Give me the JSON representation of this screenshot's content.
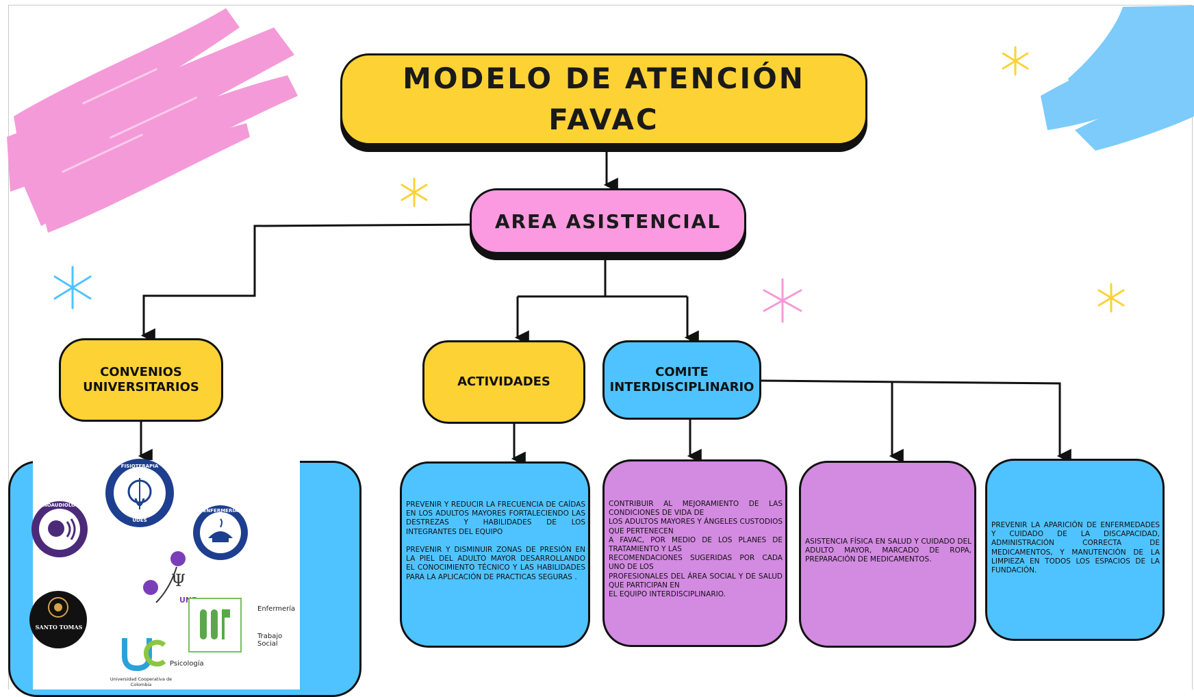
{
  "title": {
    "line1": "MODELO DE ATENCIÓN",
    "line2": "FAVAC"
  },
  "area": "AREA ASISTENCIAL",
  "categories": {
    "convenios": {
      "line1": "CONVENIOS",
      "line2": "UNIVERSITARIOS"
    },
    "actividades": "ACTIVIDADES",
    "comite": {
      "line1": "COMITE",
      "line2": "INTERDISCIPLINARIO"
    }
  },
  "boxes": {
    "actividades": "PREVENIR Y REDUCIR LA FRECUENCIA DE CAÍDAS EN LOS ADULTOS MAYORES FORTALECIENDO LAS DESTREZAS Y HABILIDADES DE LOS INTEGRANTES DEL EQUIPO\n\nPREVENIR Y DISMINUIR ZONAS DE PRESIÓN EN LA PIEL DEL ADULTO MAYOR DESARROLLANDO EL CONOCIMIENTO TÉCNICO Y LAS HABILIDADES PARA LA APLICACIÓN DE PRACTICAS SEGURAS .",
    "comite_1": "CONTRIBUIR AL MEJORAMIENTO DE LAS CONDICIONES DE VIDA DE\nLOS ADULTOS MAYORES Y ÁNGELES CUSTODIOS QUE PERTENECEN\nA FAVAC, POR MEDIO DE LOS PLANES DE TRATAMIENTO Y LAS\nRECOMENDACIONES SUGERIDAS POR CADA UNO DE LOS\nPROFESIONALES DEL ÁREA SOCIAL Y DE SALUD QUE PARTICIPAN EN\nEL EQUIPO INTERDISCIPLINARIO.",
    "comite_2": "ASISTENCIA FÍSICA EN SALUD Y CUIDADO DEL ADULTO MAYOR, MARCADO DE ROPA, PREPARACIÓN DE MEDICAMENTOS.",
    "comite_3": "PREVENIR LA APARICIÓN DE ENFERMEDADES Y CUIDADO DE LA DISCAPACIDAD, ADMINISTRACIÓN CORRECTA DE MEDICAMENTOS, Y MANUTENCIÓN DE LA LIMPIEZA EN TODOS LOS ESPACIOS DE LA FUNDACIÓN."
  },
  "logos": {
    "fisioterapia": "FISIOTERAPIA",
    "fonoaudiologia": "FONOAUDIOLOGIA",
    "enfermeria_badge": "ENFERMERIA",
    "udes": "UDES",
    "santo_tomas": "SANTO TOMAS",
    "unicoop_name": "Universidad Cooperativa de Colombia",
    "psych_logo": "UNP",
    "label_enfermeria": "Enfermería",
    "label_trabajo_social": "Trabajo Social",
    "label_psicologia": "Psicología"
  },
  "colors": {
    "yellow": "#fdd235",
    "pink": "#fb9ae0",
    "blue": "#4fc3ff",
    "purple": "#d38ae1",
    "splash_pink": "#f49ad8",
    "splash_blue": "#7ccbfa"
  }
}
